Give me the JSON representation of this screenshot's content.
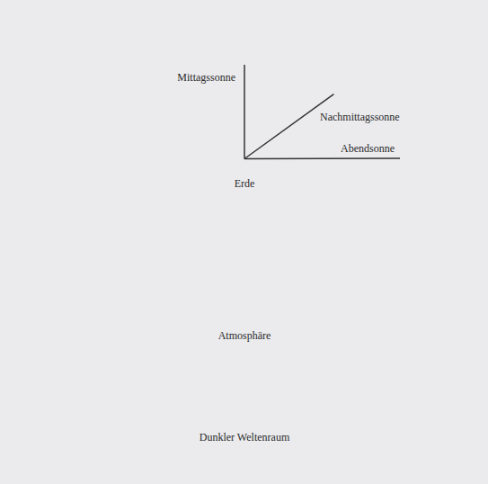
{
  "diagram": {
    "nodes": [
      {
        "text": [
          "Dunkler Weltenraum"
        ]
      },
      {
        "text": [
          "Atmosphäre"
        ],
        "in": 0
      },
      {
        "text": [
          "Erde"
        ],
        "in": 1
      },
      {
        "text": [
          "Mittagssonne"
        ],
        "in": 0
      },
      {
        "text": [
          "Nachmittagssonne"
        ],
        "in": 0
      },
      {
        "text": [
          "Abendsonne"
        ],
        "in": 0
      }
    ],
    "edges": [
      {
        "from": 2,
        "to": 3,
        "arrow": "none"
      },
      {
        "from": 2,
        "to": 4,
        "arrow": "none"
      },
      {
        "from": 2,
        "to": 5,
        "arrow": "none"
      }
    ]
  }
}
